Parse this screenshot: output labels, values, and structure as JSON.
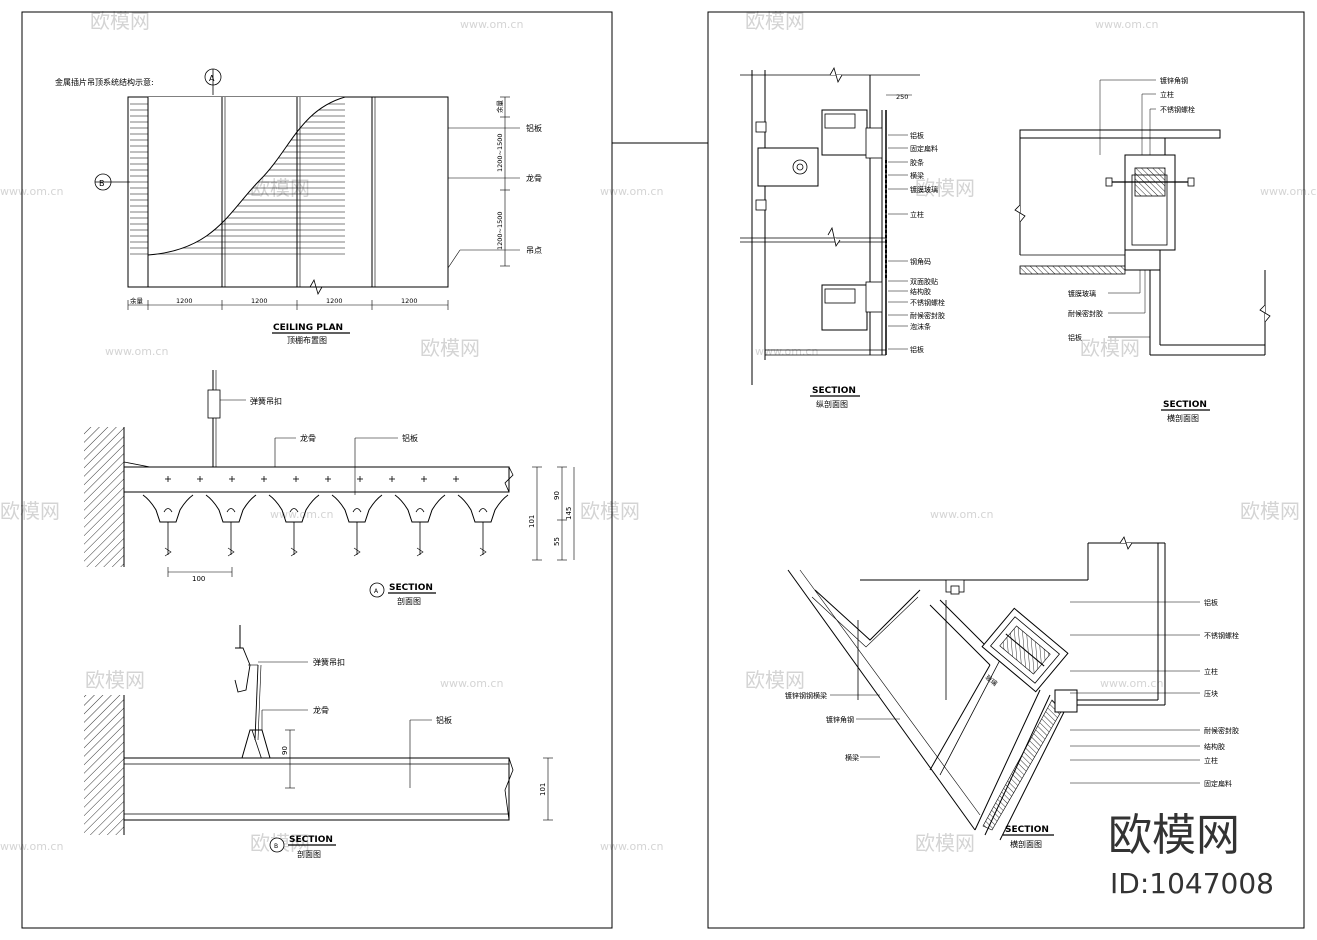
{
  "left_sheet": {
    "plan_note": "金属插片吊顶系统结构示意:",
    "ceiling_plan_title": "CEILING PLAN",
    "ceiling_plan_subtitle": "顶棚布置图",
    "plan_labels": {
      "panel": "铝板",
      "keel": "龙骨",
      "hanger": "吊点"
    },
    "plan_dims": [
      "1200",
      "1200",
      "1200",
      "1200"
    ],
    "plan_dim_end": "余量",
    "plan_vdims": [
      "余量",
      "1200~1500",
      "1200~1500"
    ],
    "marker_a": "A",
    "marker_b": "B",
    "section_a_labels": {
      "clip": "弹簧吊扣",
      "keel": "龙骨",
      "panel": "铝板"
    },
    "section_a_dims": {
      "pitch": "100",
      "d1": "90",
      "d2": "55",
      "d3": "145",
      "d4": "101"
    },
    "section_a_title": "SECTION",
    "section_a_subtitle": "剖面图",
    "section_b_labels": {
      "clip": "弹簧吊扣",
      "keel": "龙骨",
      "panel": "铝板"
    },
    "section_b_dims": {
      "d1": "90",
      "d2": "101"
    },
    "section_b_title": "SECTION",
    "section_b_subtitle": "剖面图"
  },
  "right_sheet": {
    "long_section": {
      "title": "SECTION",
      "subtitle": "纵剖面图",
      "dim": "250",
      "labels": [
        "铝板",
        "固定扁料",
        "胶条",
        "横梁",
        "镀膜玻璃",
        "立柱",
        "钢角码",
        "双面胶贴",
        "结构胶",
        "不锈钢螺栓",
        "耐候密封胶",
        "泡沫条",
        "铝板"
      ]
    },
    "cross_section": {
      "title": "SECTION",
      "subtitle": "横剖面图",
      "labels_top": [
        "镀锌角钢",
        "立柱",
        "不锈钢螺栓"
      ],
      "labels_bottom": [
        "镀膜玻璃",
        "耐候密封胶",
        "铝板"
      ]
    },
    "corner_section": {
      "title": "SECTION",
      "subtitle": "横剖面图",
      "labels_left": [
        "镀锌钢钢横梁",
        "镀锌角钢",
        "横梁"
      ],
      "labels_right": [
        "铝板",
        "不锈钢螺栓",
        "立柱",
        "压块",
        "耐候密封胶",
        "结构胶",
        "立柱",
        "固定扁料"
      ],
      "tag": "玻璃"
    }
  },
  "watermark": {
    "text": "欧模网",
    "url": "www.om.cn"
  },
  "brand": {
    "name": "欧模网",
    "id": "ID:1047008"
  }
}
